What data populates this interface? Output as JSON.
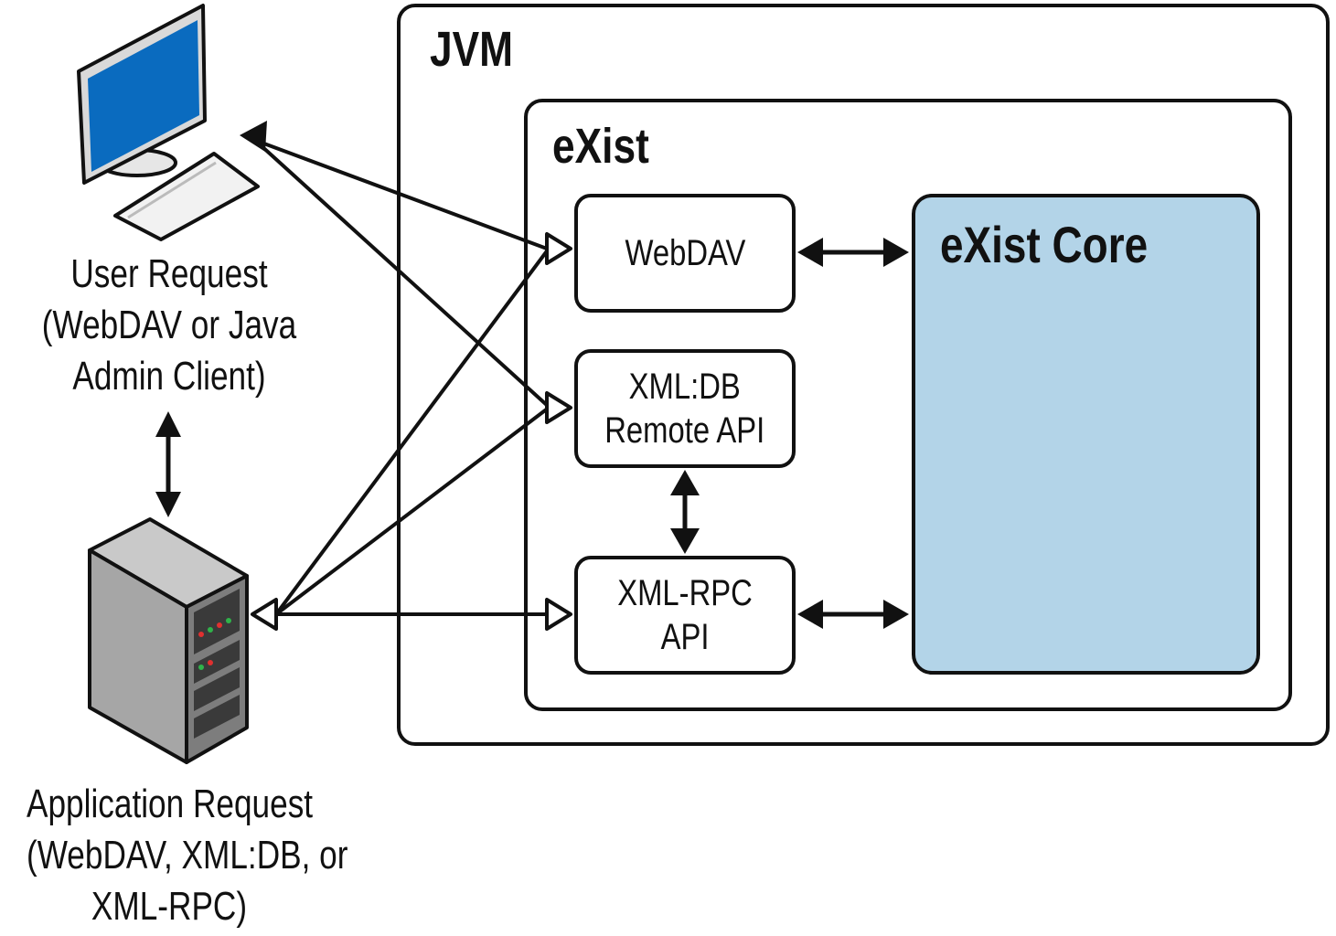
{
  "containers": {
    "jvm_label": "JVM",
    "exist_label": "eXist",
    "core_label": "eXist Core"
  },
  "apis": {
    "webdav": [
      "WebDAV"
    ],
    "xmldb": [
      "XML:DB",
      "Remote API"
    ],
    "xmlrpc": [
      "XML-RPC",
      "API"
    ]
  },
  "clients": {
    "user_request": [
      "User Request",
      "(WebDAV or Java",
      "Admin Client)"
    ],
    "application_request": [
      "Application Request",
      "(WebDAV, XML:DB, or",
      "XML-RPC)"
    ]
  },
  "icons": {
    "user_client": "desktop-computer-icon",
    "app_client": "server-tower-icon"
  },
  "colors": {
    "core_fill": "#b3d4e8",
    "monitor_screen": "#0a6bbf",
    "stroke": "#111111"
  }
}
